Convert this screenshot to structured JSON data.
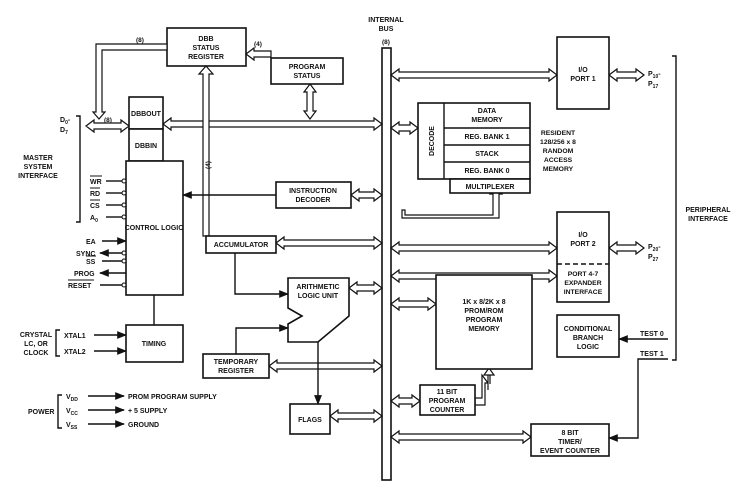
{
  "blocks": {
    "dbb_status": [
      "DBB",
      "STATUS",
      "REGISTER"
    ],
    "program_status": [
      "PROGRAM",
      "STATUS"
    ],
    "dbbout": "DBBOUT",
    "dbbin": "DBBIN",
    "control_logic": "CONTROL LOGIC",
    "timing": "TIMING",
    "instruction_decoder": [
      "INSTRUCTION",
      "DECODER"
    ],
    "accumulator": "ACCUMULATOR",
    "alu": [
      "ARITHMETIC",
      "LOGIC UNIT"
    ],
    "temp_register": [
      "TEMPORARY",
      "REGISTER"
    ],
    "flags": "FLAGS",
    "io_port1": [
      "I/O",
      "PORT 1"
    ],
    "io_port2": [
      "I/O",
      "PORT 2"
    ],
    "port_expander": [
      "PORT 4-7",
      "EXPANDER",
      "INTERFACE"
    ],
    "decode": "DECODE",
    "data_memory": [
      "DATA",
      "MEMORY"
    ],
    "reg_bank1": "REG. BANK 1",
    "stack": "STACK",
    "reg_bank0": "REG. BANK 0",
    "multiplexer": "MULTIPLEXER",
    "resident_ram": [
      "RESIDENT",
      "128/256 x 8",
      "RANDOM",
      "ACCESS",
      "MEMORY"
    ],
    "program_memory": [
      "1K x 8/2K x 8",
      "PROM/ROM",
      "PROGRAM",
      "MEMORY"
    ],
    "program_counter": [
      "11 BIT",
      "PROGRAM",
      "COUNTER"
    ],
    "conditional_branch": [
      "CONDITIONAL",
      "BRANCH",
      "LOGIC"
    ],
    "timer": [
      "8 BIT",
      "TIMER/",
      "EVENT COUNTER"
    ]
  },
  "bus": {
    "title": [
      "INTERNAL",
      "BUS"
    ],
    "width": "(8)"
  },
  "widths": {
    "status_to_bus": "(8)",
    "program_status_to_dbb": "(4)",
    "dbb_to_accumulator": "(4)",
    "data_bus": "(8)"
  },
  "groups": {
    "master": [
      "MASTER",
      "SYSTEM",
      "INTERFACE"
    ],
    "crystal": [
      "CRYSTAL",
      "LC, OR",
      "CLOCK"
    ],
    "power": "POWER",
    "peripheral": [
      "PERIPHERAL",
      "INTERFACE"
    ]
  },
  "pins": {
    "d_bus": [
      "D",
      "0",
      "-",
      "D",
      "7"
    ],
    "wr": "WR",
    "rd": "RD",
    "cs": "CS",
    "a0": [
      "A",
      "0"
    ],
    "ea": "EA",
    "sync": "SYNC",
    "ss": "SS",
    "prog": "PROG",
    "reset": "RESET",
    "xtal1": "XTAL1",
    "xtal2": "XTAL2",
    "vdd": [
      "V",
      "DD"
    ],
    "vcc": [
      "V",
      "CC"
    ],
    "vss": [
      "V",
      "SS"
    ],
    "p1": [
      "P",
      "10",
      "-",
      "P",
      "17"
    ],
    "p2": [
      "P",
      "20",
      "-",
      "P",
      "27"
    ],
    "test0": "TEST 0",
    "test1": "TEST 1"
  },
  "supplies": {
    "vdd": "PROM PROGRAM SUPPLY",
    "vcc": "+ 5 SUPPLY",
    "vss": "GROUND"
  }
}
